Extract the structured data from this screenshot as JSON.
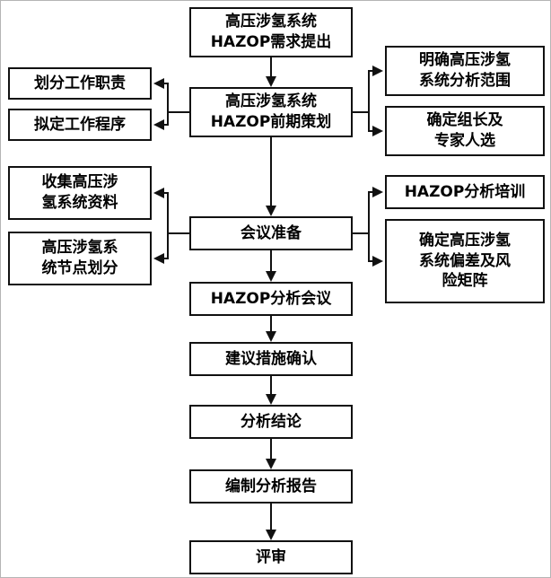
{
  "diagram": {
    "title_hint": "HAZOP analysis workflow flowchart",
    "center_nodes": [
      {
        "id": "requirement",
        "label": "高压涉氢系统\nHAZOP需求提出"
      },
      {
        "id": "planning",
        "label": "高压涉氢系统\nHAZOP前期策划"
      },
      {
        "id": "meeting_prep",
        "label": "会议准备"
      },
      {
        "id": "analysis_meeting",
        "label": "HAZOP分析会议"
      },
      {
        "id": "measures_confirm",
        "label": "建议措施确认"
      },
      {
        "id": "conclusion",
        "label": "分析结论"
      },
      {
        "id": "report",
        "label": "编制分析报告"
      },
      {
        "id": "review",
        "label": "评审"
      }
    ],
    "left_nodes": [
      {
        "id": "duties",
        "label": "划分工作职责"
      },
      {
        "id": "procedures",
        "label": "拟定工作程序"
      },
      {
        "id": "collect_data",
        "label": "收集高压涉\n氢系统资料"
      },
      {
        "id": "node_division",
        "label": "高压涉氢系\n统节点划分"
      }
    ],
    "right_nodes": [
      {
        "id": "scope",
        "label": "明确高压涉氢\n系统分析范围"
      },
      {
        "id": "leader_experts",
        "label": "确定组长及\n专家人选"
      },
      {
        "id": "training",
        "label": "HAZOP分析培训"
      },
      {
        "id": "deviation_matrix",
        "label": "确定高压涉氢\n系统偏差及风\n险矩阵"
      }
    ],
    "edges": [
      {
        "from": "requirement",
        "to": "planning"
      },
      {
        "from": "planning",
        "to": "duties"
      },
      {
        "from": "planning",
        "to": "procedures"
      },
      {
        "from": "planning",
        "to": "scope"
      },
      {
        "from": "planning",
        "to": "leader_experts"
      },
      {
        "from": "planning",
        "to": "meeting_prep"
      },
      {
        "from": "meeting_prep",
        "to": "collect_data"
      },
      {
        "from": "meeting_prep",
        "to": "node_division"
      },
      {
        "from": "meeting_prep",
        "to": "training"
      },
      {
        "from": "meeting_prep",
        "to": "deviation_matrix"
      },
      {
        "from": "meeting_prep",
        "to": "analysis_meeting"
      },
      {
        "from": "analysis_meeting",
        "to": "measures_confirm"
      },
      {
        "from": "measures_confirm",
        "to": "conclusion"
      },
      {
        "from": "conclusion",
        "to": "report"
      },
      {
        "from": "report",
        "to": "review"
      }
    ],
    "colors": {
      "line": "#111111",
      "box_border": "#111111",
      "box_fill": "#ffffff",
      "background": "#ffffff",
      "text": "#000000"
    }
  }
}
